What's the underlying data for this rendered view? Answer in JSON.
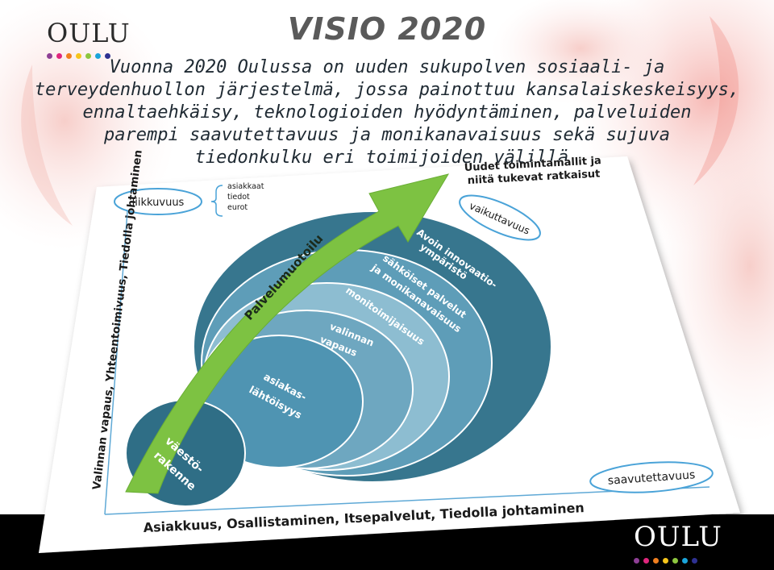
{
  "header": {
    "logo": "OULU",
    "title": "VISIO  2020",
    "subtitle_lines": [
      "Vuonna 2020 Oulussa on uuden sukupolven sosiaali- ja",
      "terveydenhuollon järjestelmä, jossa painottuu kansalaiskeskeisyys,",
      "ennaltaehkäisy, teknologioiden hyödyntäminen, palveluiden",
      "parempi saavutettavuus ja monikanavaisuus sekä sujuva",
      "tiedonkulku eri toimijoiden välillä."
    ]
  },
  "diagram": {
    "arrow_label": "Palvelumuotoilu",
    "arrow_target_lines": [
      "Uudet toimintamallit ja",
      "niitä tukevat ratkaisut"
    ],
    "mobility_label": "liikkuvuus",
    "mobility_items": [
      "asiakkaat",
      "tiedot",
      "eurot"
    ],
    "impact_label": "vaikuttavuus",
    "accessibility_label": "saavutettavuus",
    "y_axis_label": "Valinnan vapaus, Yhteentoimivuus, Tiedolla johtaminen",
    "x_axis_label": "Asiakkuus, Osallistaminen, Itsepalvelut, Tiedolla johtaminen",
    "rings": [
      {
        "lines": [
          "Avoin innovaatio-",
          "ympäristö"
        ],
        "color": "#37768e"
      },
      {
        "lines": [
          "sähköiset palvelut",
          "ja monikanavaisuus"
        ],
        "color": "#5e9db8"
      },
      {
        "lines": [
          "monitoimijaisuus"
        ],
        "color": "#8dbdd1"
      },
      {
        "lines": [
          "valinnan",
          "vapaus"
        ],
        "color": "#6ea7c0"
      },
      {
        "lines": [
          "asiakas-",
          "lähtöisyys"
        ],
        "color": "#4f94b2"
      },
      {
        "lines": [
          "väestö-",
          "rakenne"
        ],
        "color": "#2f6e86"
      }
    ]
  },
  "footer": {
    "logo": "OULU"
  },
  "colors": {
    "arrow_green": "#7dc242",
    "ring_outline": "#ffffff",
    "label_ring": "#4aa3d8",
    "footer": "#000000",
    "logo_dots": [
      "#8e3f95",
      "#e0267d",
      "#f07f1f",
      "#f6c51b",
      "#8dc63f",
      "#1aa4da",
      "#2e3192"
    ]
  }
}
